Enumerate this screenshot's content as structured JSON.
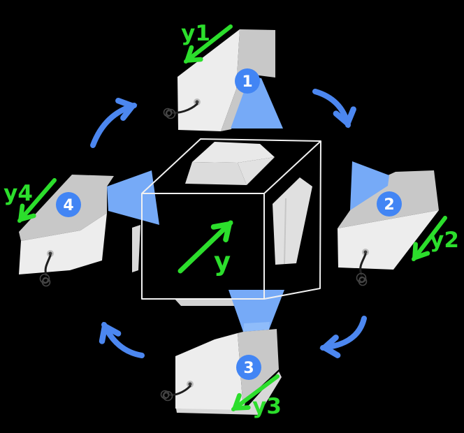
{
  "diagram": {
    "background": "#000000",
    "object": {
      "axis_label": "y"
    },
    "cameras": [
      {
        "badge": "1",
        "axis_label": "y1",
        "position": "top"
      },
      {
        "badge": "2",
        "axis_label": "y2",
        "position": "right"
      },
      {
        "badge": "3",
        "axis_label": "y3",
        "position": "bottom"
      },
      {
        "badge": "4",
        "axis_label": "y4",
        "position": "left"
      }
    ],
    "rotation": {
      "direction": "clockwise",
      "arrow_positions": [
        "top-left",
        "top-right",
        "bottom-right",
        "bottom-left"
      ]
    },
    "colors": {
      "badge_blue": "#4285F4",
      "frustum_blue": "#76AAF7",
      "frustum_blue_light": "#8FBCFA",
      "rotation_arrow_blue": "#4C87F0",
      "axis_green": "#2CDE2C",
      "cube_line": "#F1F1F1",
      "camera_body_light": "#EDEDED",
      "camera_body_dark": "#C8C8C8"
    }
  }
}
